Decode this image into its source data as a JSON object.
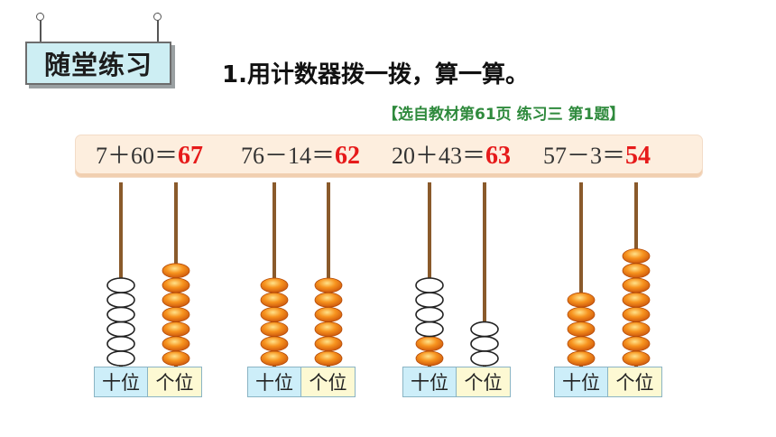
{
  "header": {
    "badge_title": "随堂练习",
    "question_title": "1.用计数器拨一拨，算一算。",
    "source_note": "【选自教材第61页 练习三 第1题】"
  },
  "equations": [
    {
      "expr": "7＋60＝",
      "answer": "67"
    },
    {
      "expr": "76－14＝",
      "answer": "62"
    },
    {
      "expr": "20＋43＝",
      "answer": "63"
    },
    {
      "expr": "57－3＝",
      "answer": "54"
    }
  ],
  "abacus": [
    {
      "tens_label": "十位",
      "ones_label": "个位",
      "tens": 6,
      "ones": 7
    },
    {
      "tens_label": "十位",
      "ones_label": "个位",
      "tens": 6,
      "ones": 6
    },
    {
      "tens_label": "十位",
      "ones_label": "个位",
      "tens": 6,
      "ones": 3
    },
    {
      "tens_label": "十位",
      "ones_label": "个位",
      "tens": 5,
      "ones": 8
    }
  ],
  "colors": {
    "answer": "#e61a1a",
    "bead_orange": "#f7931e",
    "bead_white": "#ffffff",
    "rod": "#8a5a2b"
  }
}
